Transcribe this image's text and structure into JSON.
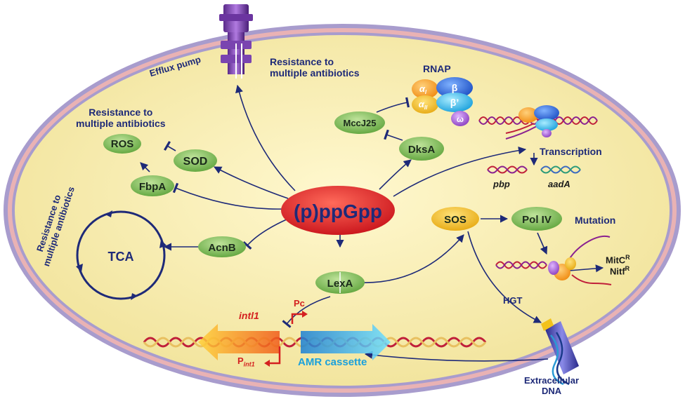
{
  "colors": {
    "cytoplasm": "#f7ecae",
    "membrane_outer": "#9a8fc0",
    "membrane_mid": "#e8b0b0",
    "node_green": "#7dbb58",
    "node_yellow": "#f2c21a",
    "center_red": "#e8262c",
    "arrow": "#1e2a78",
    "red_label": "#d42020",
    "cyan_label": "#1aa0dc"
  },
  "center": {
    "label": "(p)ppGpp"
  },
  "nodes": {
    "ros": "ROS",
    "sod": "SOD",
    "fbpa": "FbpA",
    "acnb": "AcnB",
    "tca": "TCA",
    "mccj25": "MccJ25",
    "dksa": "DksA",
    "lexa": "LexA",
    "sos": "SOS",
    "pol4": "Pol IV"
  },
  "rnap": {
    "title": "RNAP",
    "alpha1": "α",
    "alpha1_sub": "I",
    "alpha2": "α",
    "alpha2_sub": "II",
    "beta": "β",
    "beta_prime": "β’",
    "omega": "ω"
  },
  "labels": {
    "efflux_pump": "Efflux pump",
    "resistance_efflux_line1": "Resistance to",
    "resistance_efflux_line2": "multiple antibiotics",
    "resistance_ros_line1": "Resistance to",
    "resistance_ros_line2": "multiple antibiotics",
    "resistance_tca_line1": "Resistance to",
    "resistance_tca_line2": "multiple antibiotics",
    "transcription": "Transcription",
    "pbp": "pbp",
    "aada": "aadA",
    "mutation": "Mutation",
    "mitc": "MitC",
    "mitc_sup": "R",
    "nitf": "Nitf",
    "nitf_sup": "R",
    "hgt": "HGT",
    "intl1": "intl1",
    "pc": "Pc",
    "pint1_p": "P",
    "pint1_sub": "int1",
    "amr_cassette": "AMR cassette",
    "extracellular_line1": "Extracellular",
    "extracellular_line2": "DNA"
  }
}
